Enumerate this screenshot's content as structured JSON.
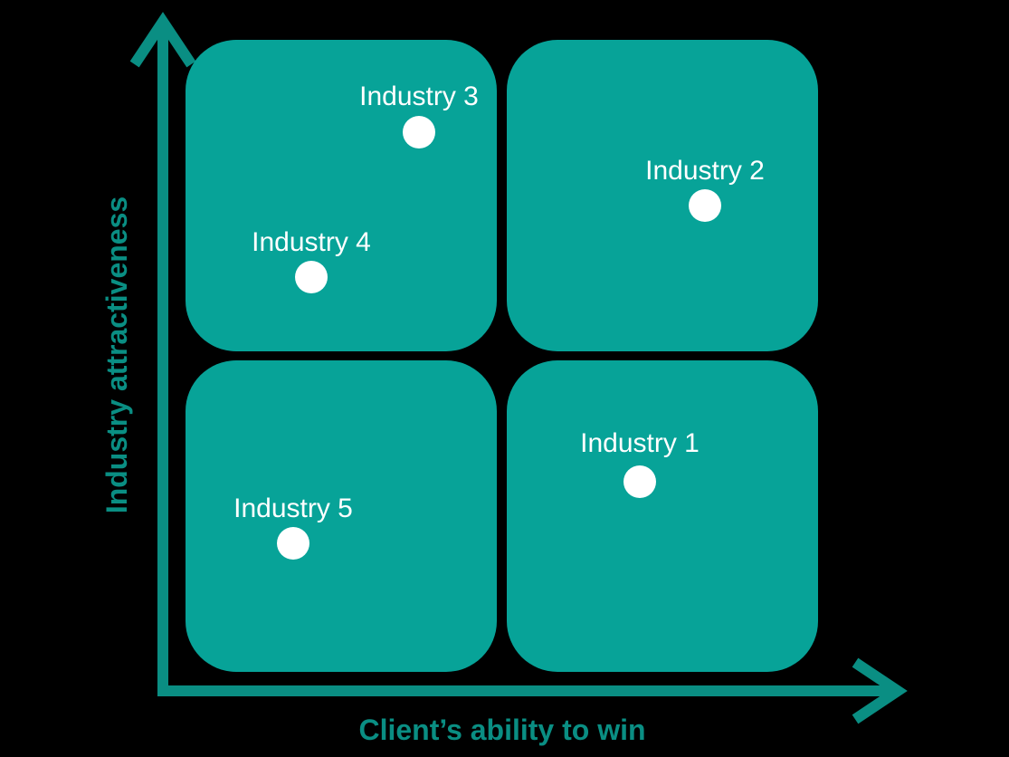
{
  "diagram": {
    "x_axis_title": "Client’s ability to win",
    "y_axis_title": "Industry attractiveness",
    "colors": {
      "background": "#000000",
      "quadrant_fill": "#07a398",
      "axis_color": "#0a8e83",
      "point_color": "#ffffff",
      "label_color": "#ffffff"
    },
    "points": [
      {
        "label": "Industry 1",
        "quadrant": "bottom-right"
      },
      {
        "label": "Industry 2",
        "quadrant": "top-right"
      },
      {
        "label": "Industry 3",
        "quadrant": "top-left"
      },
      {
        "label": "Industry 4",
        "quadrant": "top-left"
      },
      {
        "label": "Industry 5",
        "quadrant": "bottom-left"
      }
    ]
  }
}
